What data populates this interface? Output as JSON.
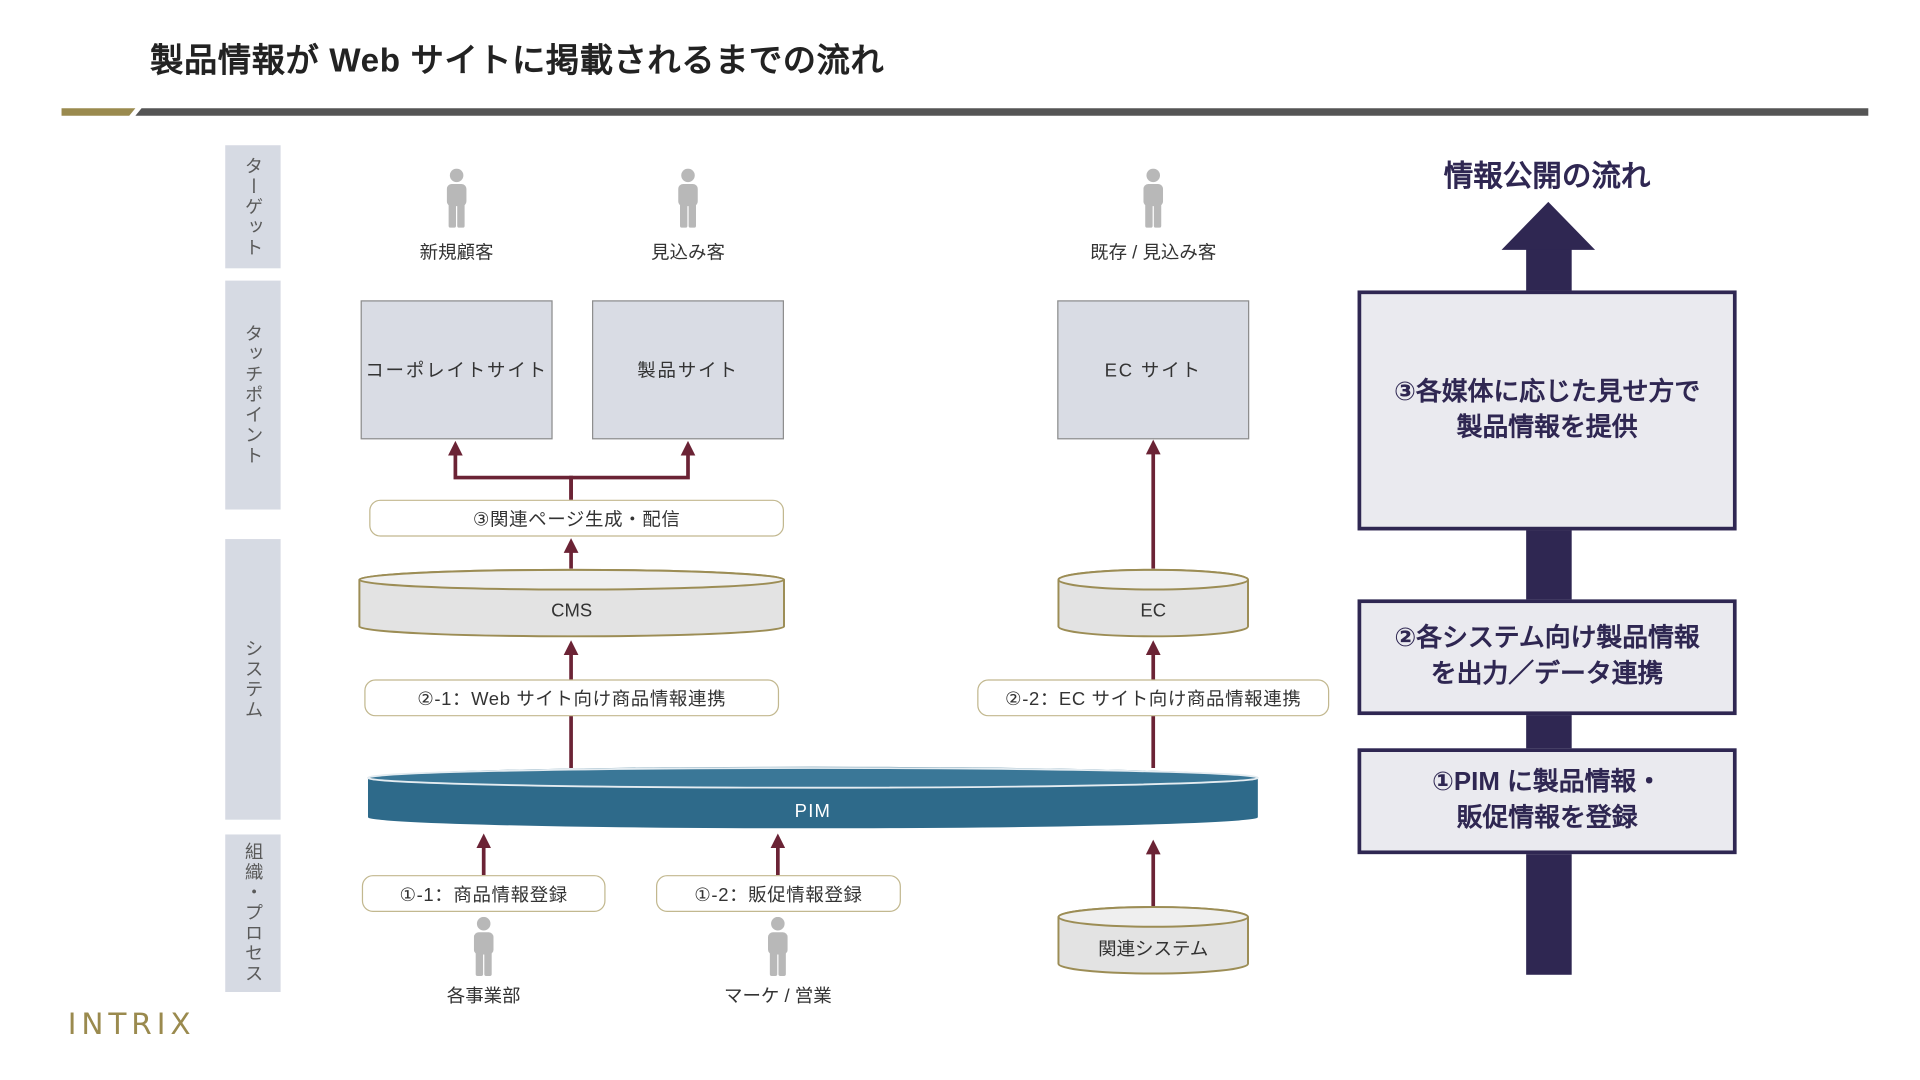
{
  "title": "製品情報が Web サイトに掲載されるまでの流れ",
  "logo": "INTRIX",
  "lanes": [
    {
      "label": "ターゲット"
    },
    {
      "label": "タッチポイント"
    },
    {
      "label": "システム"
    },
    {
      "label": "組織・プロセス"
    }
  ],
  "targets": [
    {
      "label": "新規顧客",
      "icon": "person-icon"
    },
    {
      "label": "見込み客",
      "icon": "person-icon"
    },
    {
      "label": "既存 / 見込み客",
      "icon": "person-icon"
    }
  ],
  "touchpoints": [
    {
      "label": "コーポレイトサイト"
    },
    {
      "label": "製品サイト"
    },
    {
      "label": "EC サイト"
    }
  ],
  "steps": {
    "page_delivery": "③関連ページ生成・配信",
    "web_integration": "②-1：Web サイト向け商品情報連携",
    "ec_integration": "②-2：EC サイト向け商品情報連携",
    "product_registration": "①-1：商品情報登録",
    "promotion_registration": "①-2：販促情報登録"
  },
  "systems": {
    "cms": "CMS",
    "ec": "EC",
    "pim": "PIM",
    "related": "関連システム"
  },
  "organizations": [
    {
      "label": "各事業部",
      "icon": "person-icon"
    },
    {
      "label": "マーケ / 営業",
      "icon": "person-icon"
    }
  ],
  "publication_flow": {
    "title": "情報公開の流れ",
    "stages": [
      {
        "line1": "③各媒体に応じた見せ方で",
        "line2": "製品情報を提供"
      },
      {
        "line1": "②各システム向け製品情報",
        "line2": "を出力／データ連携"
      },
      {
        "line1": "①PIM に製品情報・",
        "line2": "販促情報を登録"
      }
    ]
  },
  "colors": {
    "brand_gold": "#9a8a4e",
    "rule_dark": "#555555",
    "lane_fill": "#d6dae3",
    "touchpoint_fill": "#d9dce4",
    "connector": "#6b2335",
    "pim_fill": "#2e6a8a",
    "cylinder_outline": "#9c8d55",
    "flow_navy": "#2f2752",
    "person_icon": "#b8b8b8"
  }
}
